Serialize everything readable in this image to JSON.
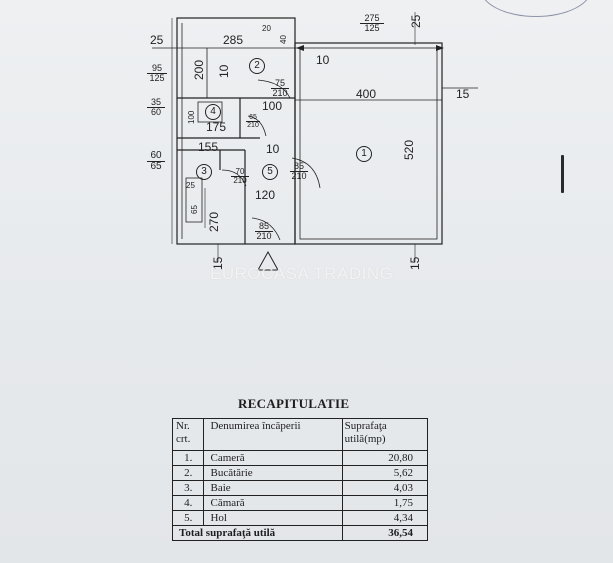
{
  "plan": {
    "dims": {
      "d25_left": "25",
      "d285": "285",
      "d20": "20",
      "d40": "40",
      "d275": "275",
      "d125_top": "125",
      "d25_right": "25",
      "d95": "95",
      "d125_left": "125",
      "d200": "200",
      "d10_kitchen": "10",
      "d10_mid": "10",
      "d75": "75",
      "d210_a": "210",
      "d400": "400",
      "d15_right": "15",
      "d35": "35",
      "d60": "60",
      "d100_v": "100",
      "d175": "175",
      "d100": "100",
      "d65_b": "65",
      "d210_b": "210",
      "d155": "155",
      "d10_hall": "10",
      "d520": "520",
      "d60_l": "60",
      "d65_l": "65",
      "d85_a": "85",
      "d210_c": "210",
      "d25_bath": "25",
      "d70": "70",
      "d210_d": "210",
      "d120": "120",
      "d65_v": "65",
      "d270": "270",
      "d85_b": "85",
      "d210_e": "210",
      "d15_bl": "15",
      "d15_br": "15"
    },
    "room_numbers": [
      "1",
      "2",
      "3",
      "4",
      "5"
    ]
  },
  "watermark": "EUROCASA TRADING",
  "recap": {
    "title": "RECAPITULATIE",
    "headers": {
      "nr_line1": "Nr.",
      "nr_line2": "crt.",
      "name": "Denumirea încăperii",
      "area_line1": "Suprafaţa",
      "area_line2": "utilă(mp)"
    },
    "rows": [
      {
        "nr": "1.",
        "name": "Cameră",
        "area": "20,80"
      },
      {
        "nr": "2.",
        "name": "Bucătărie",
        "area": "5,62"
      },
      {
        "nr": "3.",
        "name": "Baie",
        "area": "4,03"
      },
      {
        "nr": "4.",
        "name": "Cămară",
        "area": "1,75"
      },
      {
        "nr": "5.",
        "name": "Hol",
        "area": "4,34"
      }
    ],
    "total_label": "Total suprafaţă utilă",
    "total_value": "36,54"
  }
}
